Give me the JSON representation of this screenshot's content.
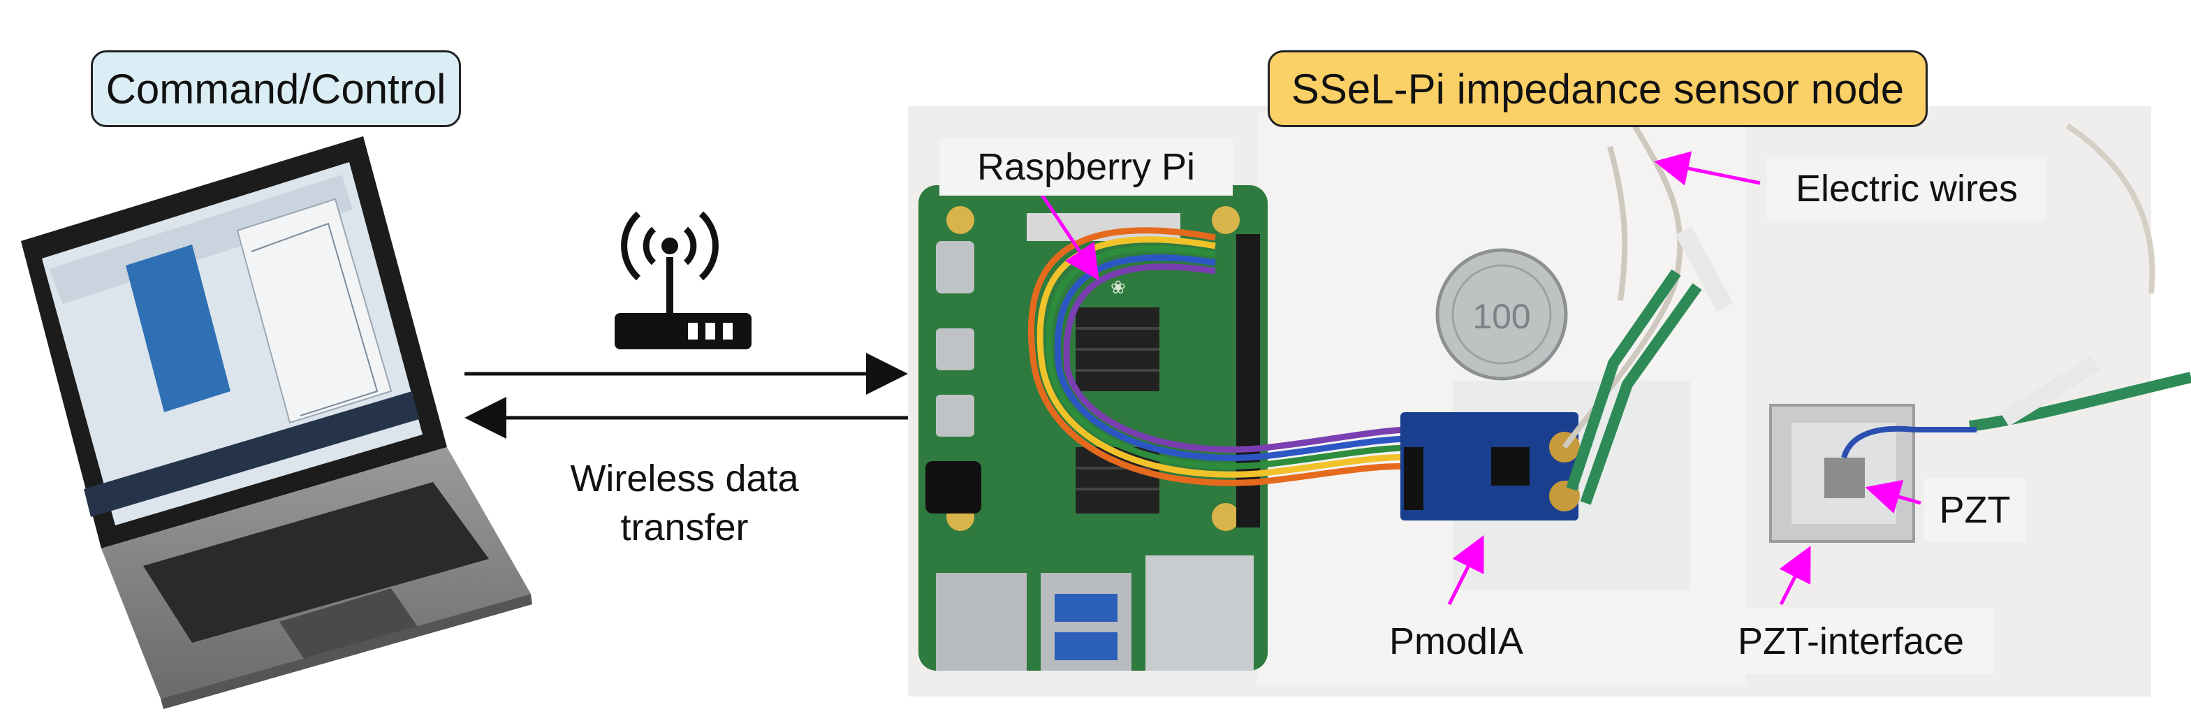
{
  "command_box": {
    "label": "Command/Control"
  },
  "sensor_node_box": {
    "label": "SSeL-Pi impedance sensor node"
  },
  "wireless": {
    "line1": "Wireless data",
    "line2": "transfer"
  },
  "callouts": {
    "raspberry_pi": "Raspberry Pi",
    "electric_wires": "Electric wires",
    "pmodia": "PmodIA",
    "pzt_interface": "PZT-interface",
    "pzt": "PZT"
  },
  "coin_text": "100",
  "colors": {
    "command_fill": "#dbeef5",
    "sensor_fill": "#fbd067",
    "arrow_magenta": "#ff00ff",
    "board_green": "#2f7a3e",
    "pmod_blue": "#1b3f8f"
  }
}
